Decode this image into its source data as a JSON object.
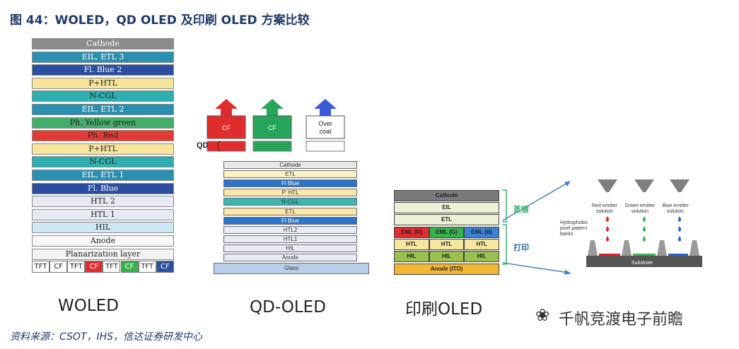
{
  "header": {
    "title": "图 44：WOLED，QD OLED 及印刷 OLED 方案比较"
  },
  "footer": {
    "source": "资料来源：CSOT，IHS，信达证券研发中心",
    "watermark": "千帆竞渡电子前瞻"
  },
  "captions": {
    "woled": "WOLED",
    "qdoled": "QD-OLED",
    "printed": "印刷OLED"
  },
  "woled": {
    "layers": [
      "Cathode",
      "EIL, ETL 3",
      "Fl. Blue 2",
      "P+HTL",
      "N-CGL",
      "EIL, ETL 2",
      "Ph. Yellow green",
      "Ph. Red",
      "P+HTL",
      "N-CGL",
      "EIL, ETL 1",
      "Fl. Blue",
      "HTL 2",
      "HTL 1",
      "HIL",
      "Anode",
      "Planarization layer"
    ],
    "colors": [
      "#8c8c8c",
      "#2a8fb0",
      "#2c4ea0",
      "#f6e59a",
      "#2fb0b0",
      "#2a8fb0",
      "#43ad6a",
      "#e23b35",
      "#f6e59a",
      "#2fb0b0",
      "#2a8fb0",
      "#2c4ea0",
      "#e7e9f3",
      "#e7e9f3",
      "#cfe8f6",
      "#f7f7f7",
      "#f2f2f2"
    ],
    "textColors": [
      "#fff",
      "#fff",
      "#fff",
      "#222",
      "#222",
      "#fff",
      "#222",
      "#222",
      "#222",
      "#222",
      "#fff",
      "#fff",
      "#222",
      "#222",
      "#222",
      "#222",
      "#222"
    ],
    "bottom": [
      "TFT",
      "CF",
      "TFT",
      "CF",
      "TFT",
      "CF",
      "TFT",
      "CF"
    ]
  },
  "qdoled": {
    "arrows": [
      {
        "label": "CF",
        "color": "#e02c2c"
      },
      {
        "label": "CF",
        "color": "#26a65b"
      },
      {
        "label": "Over coat",
        "color": "#3b5bd6"
      }
    ],
    "qd_label": "QD",
    "layers": [
      "Cathode",
      "ETL",
      "Fl Blue",
      "P' HTL",
      "N-CGL",
      "ETL",
      "Fl Blue",
      "HTL2",
      "HTL1",
      "HIL",
      "Anode",
      "Glass"
    ],
    "colors": [
      "#e6e6e6",
      "#fbf1c2",
      "#2b74c7",
      "#fbe7a8",
      "#39b7b0",
      "#fbe7a8",
      "#2b74c7",
      "#e9ecf7",
      "#e9ecf7",
      "#e9ecf7",
      "#e9ecf7",
      "#b7cfe8"
    ]
  },
  "printed": {
    "layers": [
      "Cathode",
      "EIL",
      "ETL"
    ],
    "emls": [
      "EML (R)",
      "EML (G)",
      "EML (B)"
    ],
    "htl": [
      "HTL",
      "HTL",
      "HTL"
    ],
    "hil": [
      "HIL",
      "HIL",
      "HIL"
    ],
    "anode": "Anode (ITO)",
    "bracket_top": "蒸镀",
    "bracket_bottom": "打印"
  },
  "inkjet": {
    "red": "Red emitter solution",
    "green": "Green emitter solution",
    "blue": "Blue emitter solution",
    "banks": "Hydrophobic pixel pattern banks",
    "substrate": "Substrate"
  }
}
